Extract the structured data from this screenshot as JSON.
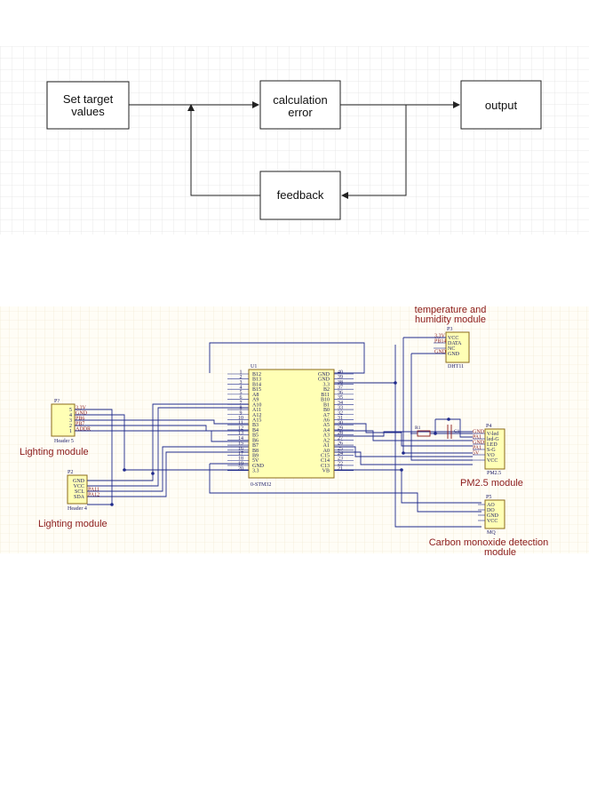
{
  "block_diagram": {
    "set_target": [
      "Set target",
      "values"
    ],
    "calc_error": [
      "calculation",
      "error"
    ],
    "output": "output",
    "feedback": "feedback"
  },
  "schematic": {
    "labels": {
      "temp": [
        "temperature and",
        "humidity module"
      ],
      "lighting_1": "Lighting module",
      "lighting_2": "Lighting module",
      "pm25": "PM2.5 module",
      "co": [
        "Carbon monoxide detection",
        "module"
      ]
    },
    "mcu": {
      "designator": "U1",
      "name": "0-STM32",
      "left_pins": [
        "B12",
        "B13",
        "B14",
        "B15",
        "A8",
        "A9",
        "A10",
        "A11",
        "A12",
        "A15",
        "B3",
        "B4",
        "B5",
        "B6",
        "B7",
        "B8",
        "B9",
        "5V",
        "GND",
        "3.3"
      ],
      "right_pins": [
        "GND",
        "GND",
        "3.3",
        "B2",
        "B11",
        "B10",
        "B1",
        "B0",
        "A7",
        "A6",
        "A5",
        "A4",
        "A3",
        "A2",
        "A1",
        "A0",
        "C15",
        "C14",
        "C13",
        "VB"
      ]
    },
    "dht": {
      "designator": "P3",
      "name": "DHT11",
      "pins": [
        "VCC",
        "DATA",
        "NC",
        "GND"
      ],
      "signals": [
        "3.3V",
        "PB14",
        "",
        "GND"
      ]
    },
    "header3": {
      "designator": "P?",
      "name": "Header 5",
      "pins": [
        "5",
        "4",
        "3",
        "2",
        "1"
      ],
      "signals": [
        "3.3V",
        "GND",
        "PB6",
        "PB7",
        "ADDR"
      ]
    },
    "header4": {
      "designator": "P2",
      "name": "Header 4",
      "pins": [
        "GND",
        "VCC",
        "SCL",
        "SDA"
      ],
      "signals": [
        "",
        "",
        "PA11",
        "PA12"
      ]
    },
    "pm25": {
      "designator": "P4",
      "name": "PM2.5",
      "pins": [
        "V-led",
        "led-G",
        "LED",
        "S-G",
        "VO",
        "VCC"
      ],
      "signals": [
        "GND",
        "PA1",
        "GND",
        "PA1",
        "5V",
        ""
      ]
    },
    "mq": {
      "designator": "P5",
      "name": "MQ",
      "pins": [
        "AO",
        "DO",
        "GND",
        "VCC"
      ]
    },
    "r1": "R1",
    "c1": "C1"
  }
}
